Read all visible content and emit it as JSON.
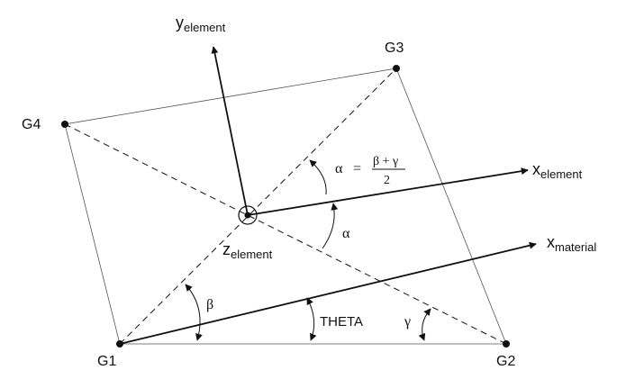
{
  "nodes": {
    "g1": "G1",
    "g2": "G2",
    "g3": "G3",
    "g4": "G4"
  },
  "axes": {
    "y_element": {
      "main": "y",
      "sub": "element"
    },
    "x_element": {
      "main": "x",
      "sub": "element"
    },
    "x_material": {
      "main": "x",
      "sub": "material"
    },
    "z_element": {
      "main": "z",
      "sub": "element"
    }
  },
  "angles": {
    "alpha": "α",
    "beta": "β",
    "gamma": "γ",
    "theta": "THETA"
  },
  "formula": {
    "lhs": "α",
    "equals": "=",
    "numerator": "β + γ",
    "denominator": "2"
  },
  "colors": {
    "ink": "#111111",
    "thin_line": "#555555",
    "background": "#ffffff"
  }
}
